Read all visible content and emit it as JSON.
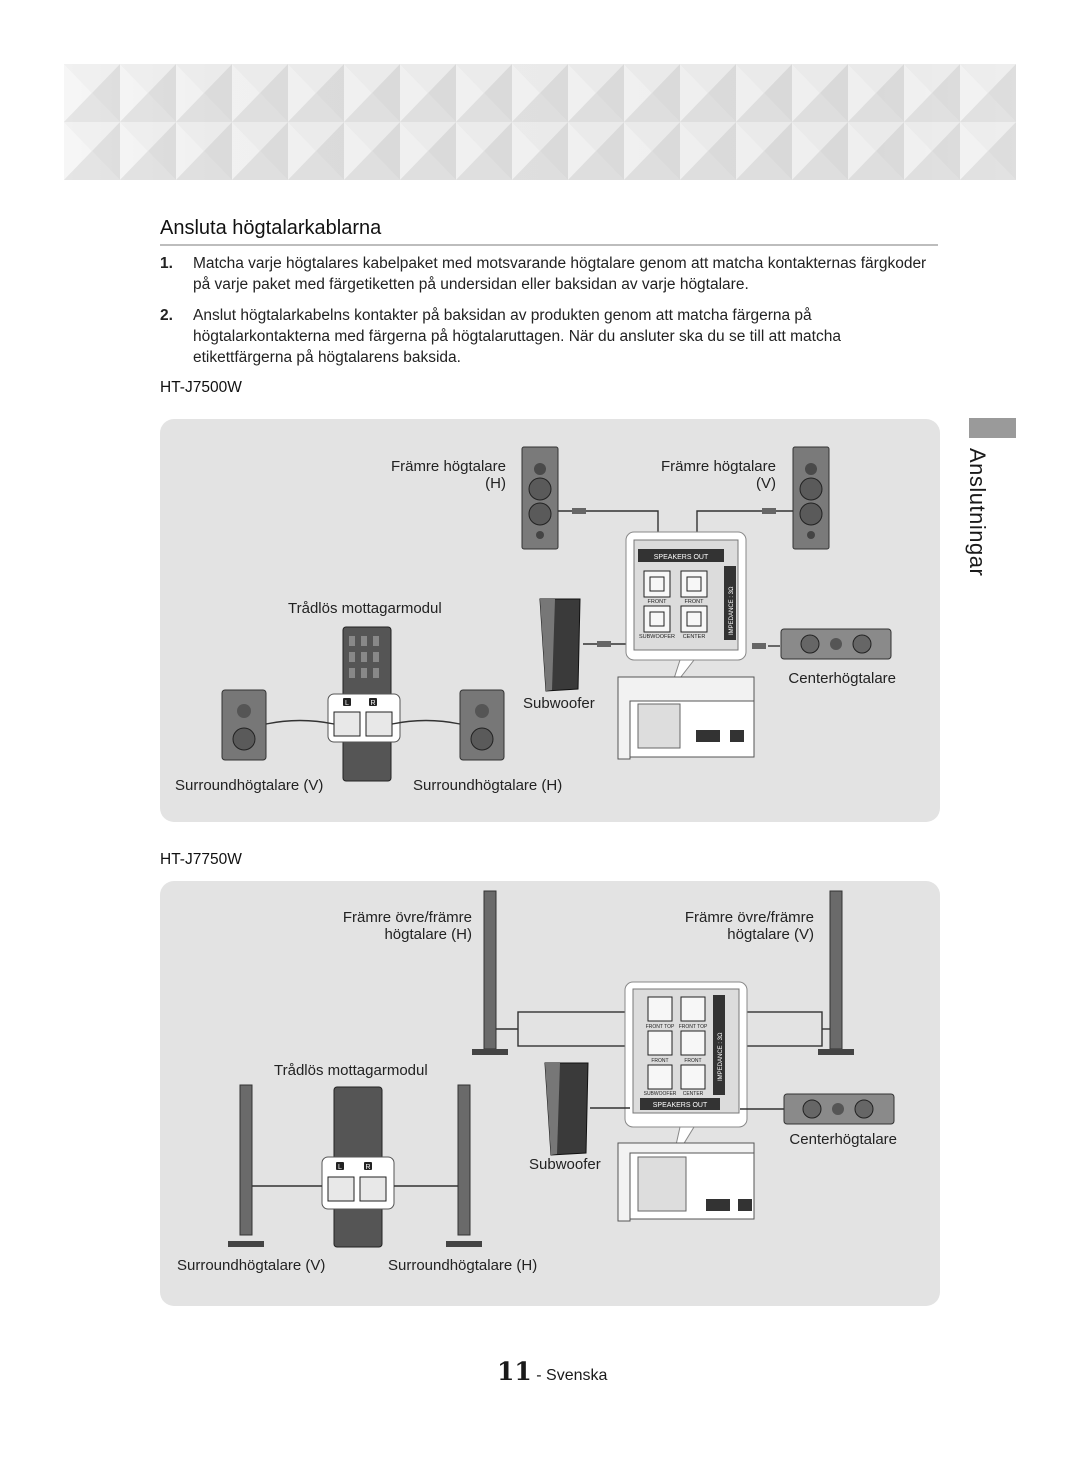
{
  "section": {
    "title": "Ansluta högtalarkablarna"
  },
  "steps": [
    {
      "num": "1.",
      "text": "Matcha varje högtalares kabelpaket med motsvarande högtalare genom att matcha kontakternas färgkoder på varje paket med färgetiketten på undersidan eller baksidan av varje högtalare."
    },
    {
      "num": "2.",
      "text": "Anslut högtalarkabelns kontakter på baksidan av produkten genom att matcha färgerna på högtalarkontakterna med färgerna på högtalaruttagen. När du ansluter ska du se till att matcha etikettfärgerna på högtalarens baksida."
    }
  ],
  "model_a": {
    "name": "HT-J7500W",
    "front_right": "Främre högtalare\n(H)",
    "front_left": "Främre högtalare\n(V)",
    "wireless": "Trådlös mottagarmodul",
    "center": "Centerhögtalare",
    "subwoofer": "Subwoofer",
    "surround_left": "Surroundhögtalare (V)",
    "surround_right": "Surroundhögtalare (H)",
    "panel": {
      "speakers_out": "SPEAKERS OUT",
      "front": "FRONT",
      "subwoofer": "SUBWOOFER",
      "center": "CENTER",
      "impedance": "IMPEDANCE : 3Ω",
      "l": "L",
      "r": "R"
    }
  },
  "model_b": {
    "name": "HT-J7750W",
    "front_right": "Främre övre/främre\nhögtalare (H)",
    "front_left": "Främre övre/främre\nhögtalare (V)",
    "wireless": "Trådlös mottagarmodul",
    "center": "Centerhögtalare",
    "subwoofer": "Subwoofer",
    "surround_left": "Surroundhögtalare (V)",
    "surround_right": "Surroundhögtalare (H)",
    "panel": {
      "speakers_out": "SPEAKERS OUT",
      "front_top": "FRONT TOP",
      "front": "FRONT",
      "subwoofer": "SUBWOOFER",
      "center": "CENTER",
      "impedance": "IMPEDANCE : 3Ω",
      "l": "L",
      "r": "R"
    }
  },
  "side_tab": {
    "label": "Anslutningar"
  },
  "footer": {
    "page": "11",
    "language": " - Svenska"
  },
  "colors": {
    "panel_bg": "#e3e3e3",
    "rule": "#bdbdbd",
    "tab": "#9a9a9a"
  }
}
